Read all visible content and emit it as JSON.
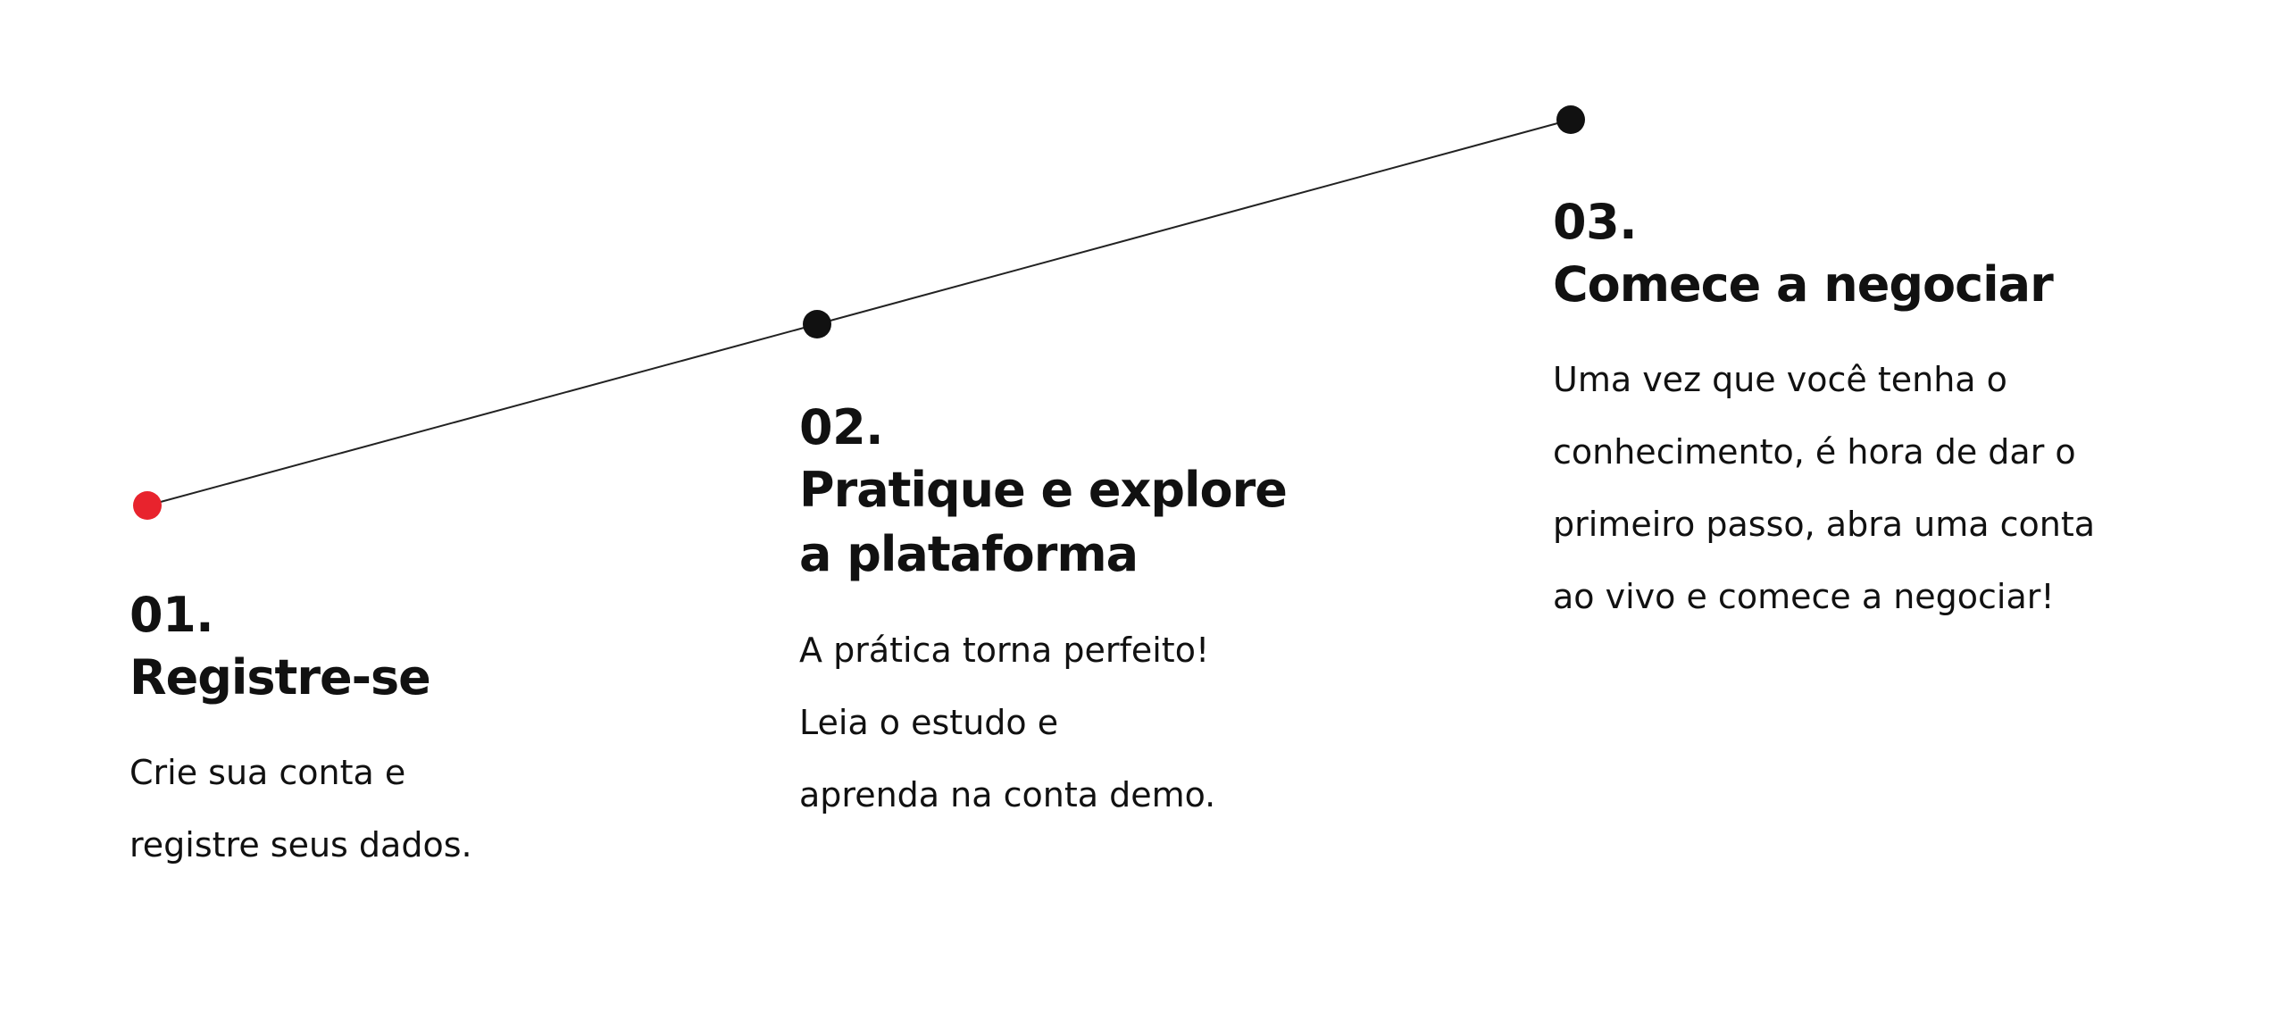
{
  "colors": {
    "accent_dot": "#e8232d",
    "dot": "#111111",
    "line": "#222222",
    "text": "#111111",
    "background": "#ffffff"
  },
  "steps": [
    {
      "number": "01.",
      "title_lines": [
        "Registre-se"
      ],
      "description_lines": [
        "Crie sua conta e",
        "registre seus dados."
      ]
    },
    {
      "number": "02.",
      "title_lines": [
        "Pratique e explore",
        "a plataforma"
      ],
      "description_lines": [
        "A prática torna perfeito!",
        "Leia o estudo e",
        "aprenda na conta demo."
      ]
    },
    {
      "number": "03.",
      "title_lines": [
        "Comece a negociar"
      ],
      "description_lines": [
        "Uma vez que você tenha o",
        "conhecimento, é hora de dar o",
        "primeiro passo, abra uma conta",
        "ao vivo e comece a negociar!"
      ]
    }
  ]
}
